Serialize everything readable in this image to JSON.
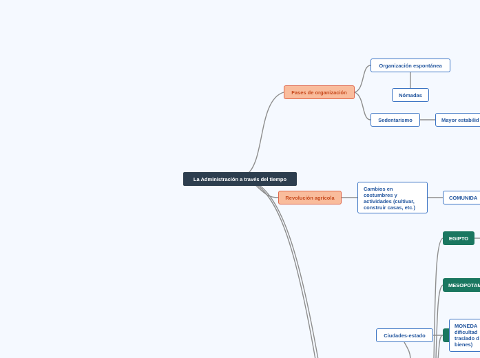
{
  "root": {
    "label": "La Administración a través del tiempo"
  },
  "fases": {
    "label": "Fases de organización",
    "children": {
      "organizacion": "Organización espontánea",
      "nomadas": "Nómadas",
      "sedentarismo": "Sedentarismo",
      "estabilidad": "Mayor estabilid"
    }
  },
  "revolucion": {
    "label": "Revolución agrícola",
    "cambios": "Cambios en costumbres y actividades (cultivar, construir casas, etc.)",
    "comunidad": "COMUNIDA"
  },
  "ciudades": {
    "label": "Ciudades-estado",
    "egipto": "EGIPTO",
    "mesopotamia": "MESOPOTAM",
    "moneda": "MONEDA dificultad traslado d bienes)"
  },
  "colors": {
    "root": "#2d3e4e",
    "orange_fill": "#f9bc9c",
    "orange_border": "#e0664a",
    "blue_border": "#3b74c4",
    "green": "#1a7760",
    "connector": "#8e8e8e"
  }
}
